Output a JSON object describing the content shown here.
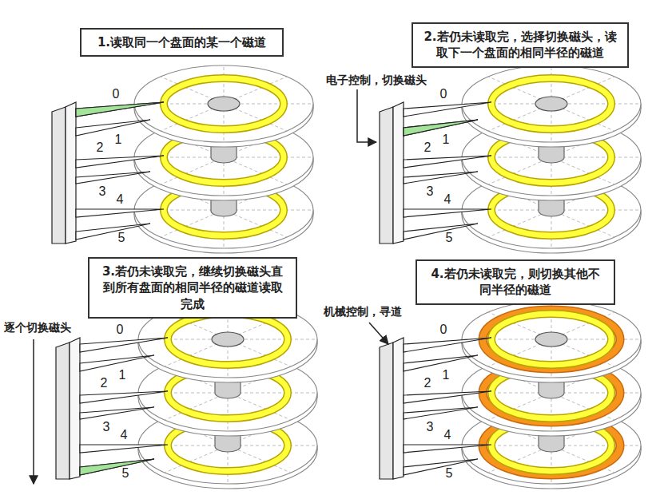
{
  "diagram": {
    "nodes": [
      {
        "text": [
          "1.读取同一个盘面的某一个磁道"
        ]
      },
      {
        "text": [
          "2.若仍未读取完，选择切换磁头，读取下一个盘面的相同半径的磁道"
        ]
      },
      {
        "text": [
          "3.若仍未读取完，继续切换磁头直到所有盘面的相同半径的磁道读取完成"
        ]
      },
      {
        "text": [
          "4.若仍未读取完，则切换其他不同半径的磁道"
        ]
      }
    ],
    "labels": [
      "0",
      "1",
      "2",
      "3",
      "4",
      "5",
      "电子控制，切换磁头",
      "0",
      "1",
      "2",
      "3",
      "4",
      "5",
      "逐个切换磁头",
      "0",
      "1",
      "2",
      "3",
      "4",
      "5",
      "机械控制，寻道",
      "0",
      "1",
      "2",
      "3",
      "4",
      "5"
    ]
  }
}
